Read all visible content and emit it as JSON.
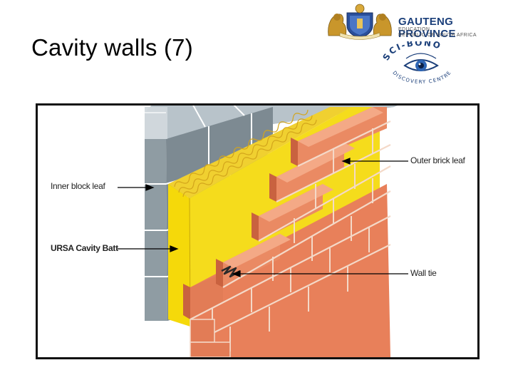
{
  "slide": {
    "title": "Cavity walls (7)"
  },
  "logos": {
    "gauteng": {
      "name": "GAUTENG PROVINCE",
      "line1": "EDUCATION",
      "line2": "REPUBLIC OF SOUTH AFRICA",
      "icon": "coat-of-arms"
    },
    "scibono": {
      "top_text": "SCI-BONO",
      "bottom_text": "DISCOVERY CENTRE",
      "icon": "eye-logo"
    }
  },
  "diagram": {
    "labels": {
      "inner_block_leaf": "Inner block leaf",
      "ursa_cavity_batt": "URSA Cavity Batt",
      "outer_brick_leaf": "Outer brick leaf",
      "wall_tie": "Wall tie"
    },
    "colors": {
      "block": "#8f9ca3",
      "insulation": "#f5d90a",
      "brick": "#e8805a",
      "mortar": "#f4d9c8"
    }
  }
}
